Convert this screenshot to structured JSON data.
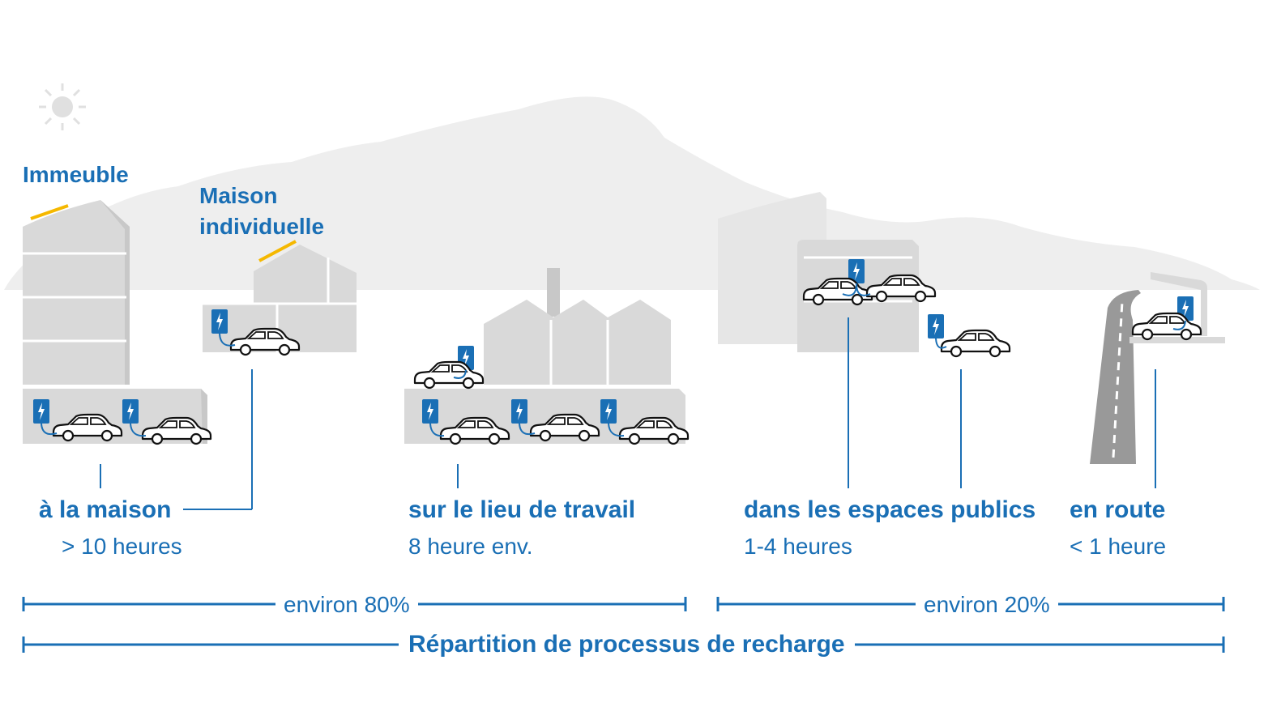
{
  "buildings": {
    "immeuble": "Immeuble",
    "maison_line1": "Maison",
    "maison_line2": "individuelle"
  },
  "categories": [
    {
      "label": "à la maison",
      "duration": "> 10 heures"
    },
    {
      "label": "sur le lieu de travail",
      "duration": "8 heure env."
    },
    {
      "label": "dans les espaces publics",
      "duration": "1-4 heures"
    },
    {
      "label": "en route",
      "duration": "< 1 heure"
    }
  ],
  "shares": {
    "left": "environ 80%",
    "right": "environ 20%"
  },
  "total_label": "Répartition de processus de recharge",
  "colors": {
    "accent": "#1a6fb5",
    "building": "#d9d9d9",
    "building_dark": "#c8c8c8",
    "background_mountain": "#eeeeee",
    "roof_solar": "#f5b800",
    "road": "#999999"
  },
  "icons": [
    "sun-icon",
    "charging-station-icon",
    "car-icon",
    "road-icon"
  ]
}
